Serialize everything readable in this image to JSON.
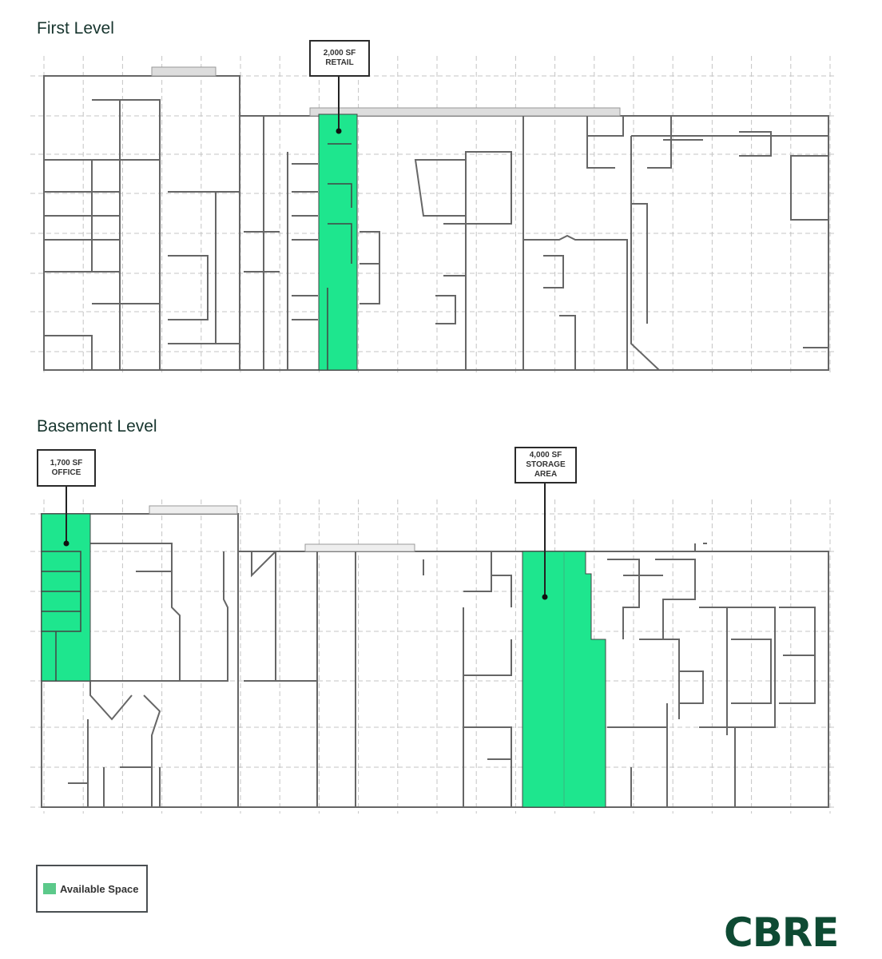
{
  "levels": [
    {
      "title": "First Level",
      "callouts": [
        {
          "area": "2,000 SF",
          "use": "RETAIL"
        }
      ]
    },
    {
      "title": "Basement Level",
      "callouts": [
        {
          "area": "1,700 SF",
          "use": "OFFICE"
        },
        {
          "area": "4,000 SF",
          "use": "STORAGE",
          "use2": "AREA"
        }
      ]
    }
  ],
  "legend": {
    "label": "Available Space",
    "color": "#1ee68e"
  },
  "colors": {
    "available": "#1ee68e",
    "walls": "#555555",
    "grid": "#bbbbbb",
    "logo": "#0e4a33"
  },
  "logo": {
    "text": "CBRE"
  }
}
